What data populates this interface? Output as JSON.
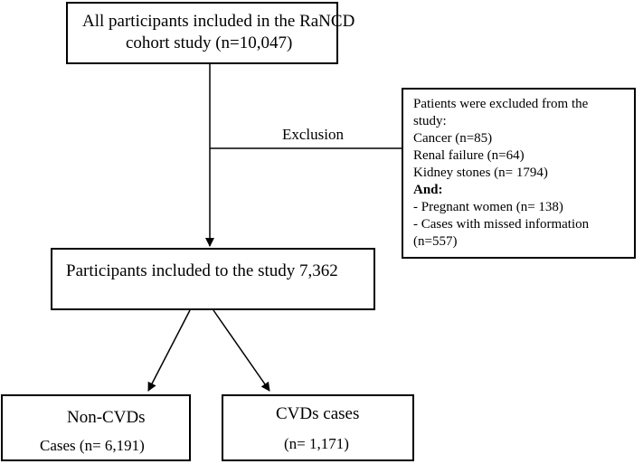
{
  "top_box": {
    "line1": "All participants included in the RaNCD",
    "line2": "cohort study (n=10,047)"
  },
  "exclusion_label": "Exclusion",
  "exclusion_box": {
    "title_line1": "Patients were excluded from the",
    "title_line2": "study:",
    "cancer": "Cancer (n=85)",
    "renal": "Renal failure (n=64)",
    "kidney": "Kidney stones (n= 1794)",
    "and_label": "And:",
    "pregnant": "- Pregnant women (n= 138)",
    "missed_line1": "- Cases with missed information",
    "missed_line2": "(n=557)"
  },
  "middle_box": {
    "label": "Participants included to the study 7,362"
  },
  "left_box": {
    "line1": "Non-CVDs",
    "line2": "Cases (n= 6,191)"
  },
  "right_box": {
    "line1": "CVDs cases",
    "line2": "(n= 1,171)"
  }
}
